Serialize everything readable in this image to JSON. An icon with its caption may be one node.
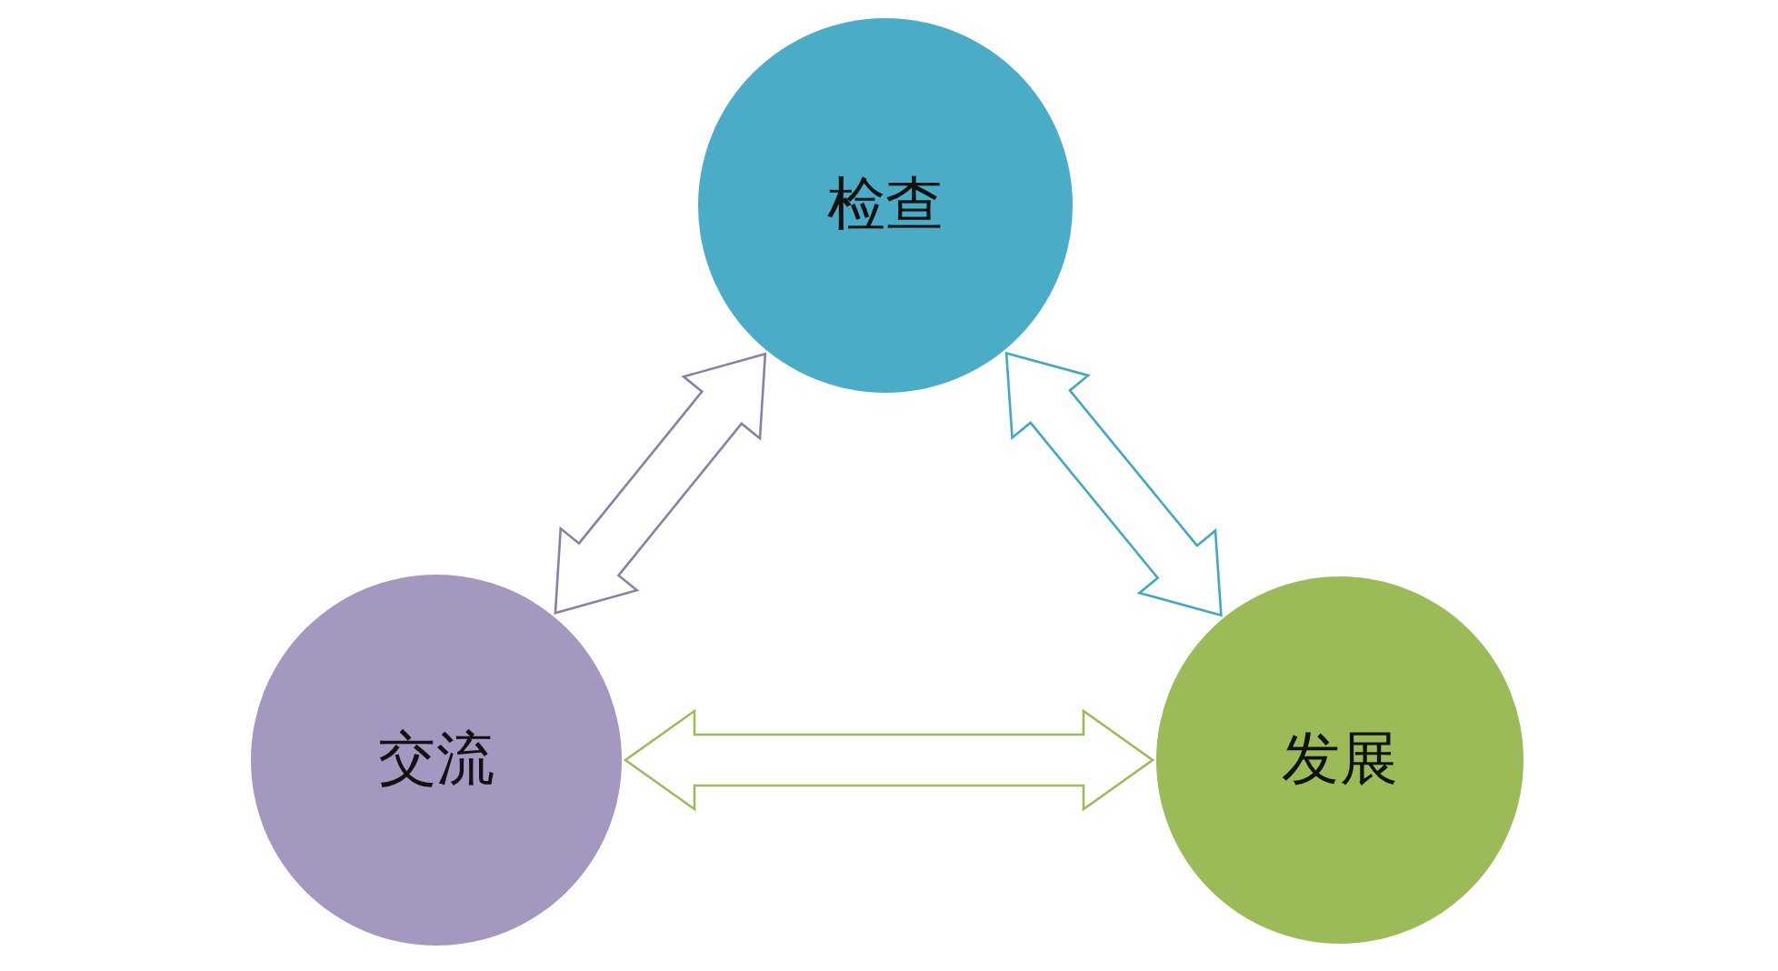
{
  "diagram": {
    "nodes": [
      {
        "text": [
          "检查"
        ]
      },
      {
        "text": [
          "交流"
        ]
      },
      {
        "text": [
          "发展"
        ]
      }
    ],
    "edges": [
      {
        "from": 1,
        "to": 0,
        "arrow": "both",
        "color": "#8a7fa8"
      },
      {
        "from": 0,
        "to": 2,
        "arrow": "both",
        "color": "#3fa9c4"
      },
      {
        "from": 1,
        "to": 2,
        "arrow": "both",
        "color": "#9bbb59"
      }
    ]
  }
}
